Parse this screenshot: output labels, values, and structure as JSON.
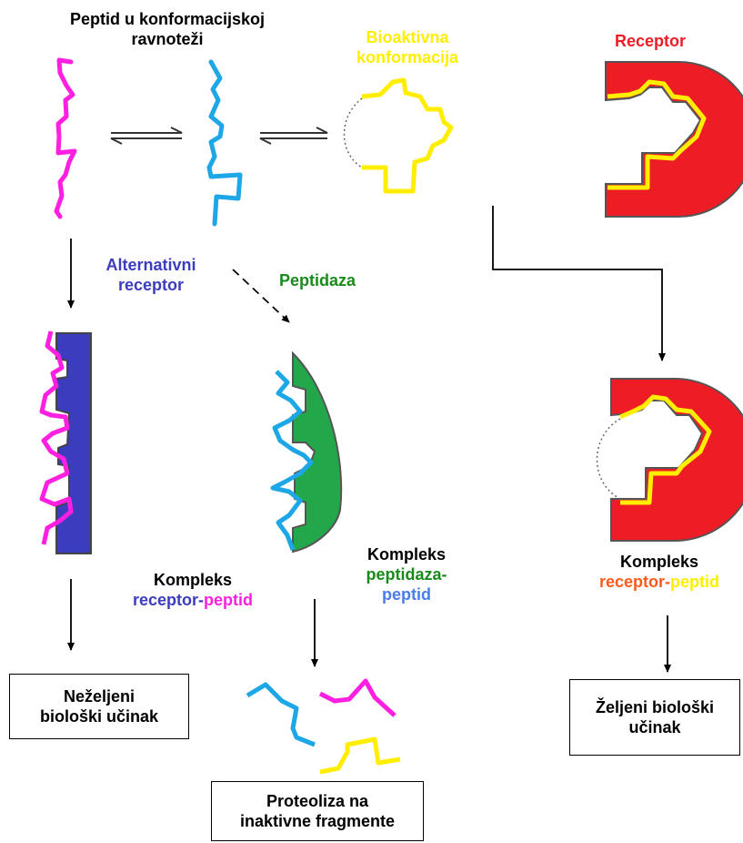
{
  "colors": {
    "magenta": "#ff1fe0",
    "cyan": "#1ea7e6",
    "yellow": "#ffee00",
    "red": "#ee1c24",
    "navy": "#3c3cbf",
    "green": "#22a84a",
    "gray": "#888888",
    "peptidaza_text": "#1a8a1a",
    "receptor_word_orange": "#ff5a1a",
    "peptid_blue": "#4a7de8"
  },
  "labels": {
    "title_line1": "Peptid u konformacijskoj",
    "title_line2": "ravnoteži",
    "bioactive_line1": "Bioaktivna",
    "bioactive_line2": "konformacija",
    "receptor": "Receptor",
    "alt_receptor_line1": "Alternativni",
    "alt_receptor_line2": "receptor",
    "peptidaza": "Peptidaza",
    "complex_alt_title": "Kompleks",
    "complex_alt_word1": "receptor-",
    "complex_alt_word2": "peptid",
    "complex_pep_title": "Kompleks",
    "complex_pep_word1": "peptidaza-",
    "complex_pep_word2": "peptid",
    "complex_rec_title": "Kompleks",
    "complex_rec_word1": "receptor-",
    "complex_rec_word2": "peptid"
  },
  "outcomes": {
    "undesired_line1": "Neželjeni",
    "undesired_line2": "biološki učinak",
    "proteolysis_line1": "Proteoliza na",
    "proteolysis_line2": "inaktivne fragmente",
    "desired_line1": "Željeni biološki",
    "desired_line2": "učinak"
  }
}
